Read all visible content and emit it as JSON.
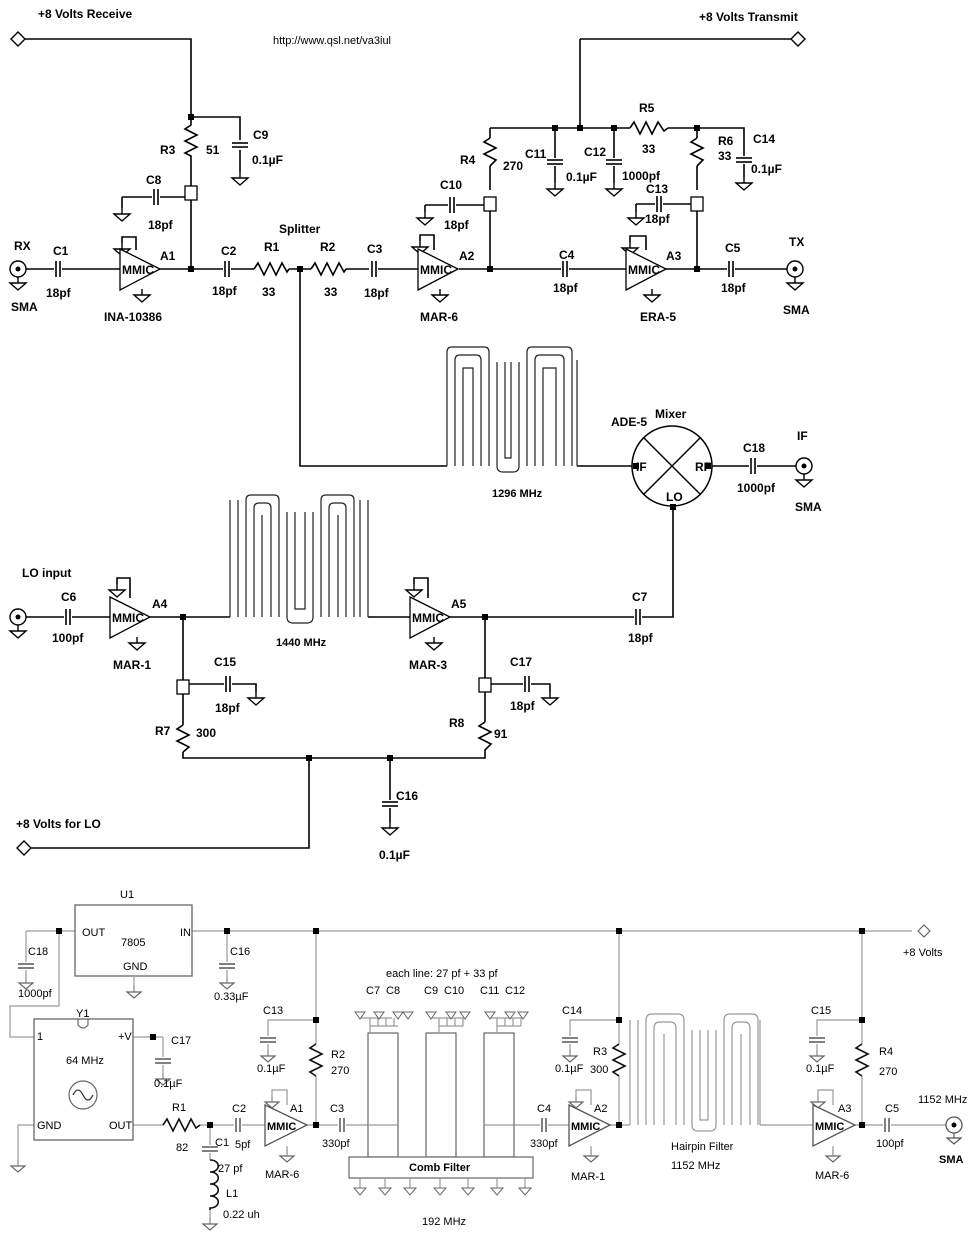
{
  "top": {
    "url": "http://www.qsl.net/va3iul",
    "rx_supply": "+8 Volts Receive",
    "tx_supply": "+8 Volts Transmit",
    "lo_supply": "+8 Volts for LO",
    "rx_label": "RX",
    "tx_label": "TX",
    "if_label": "IF",
    "lo_input_label": "LO input",
    "sma": "SMA",
    "mmic": "MMIC",
    "splitter": "Splitter",
    "mixer": "Mixer",
    "mixer_part": "ADE-5",
    "port_if": "IF",
    "port_rf": "RF",
    "port_lo": "LO",
    "filter1_freq": "1296 MHz",
    "filter2_freq": "1440 MHz",
    "amps": [
      {
        "ref": "A1",
        "part": "INA-10386"
      },
      {
        "ref": "A2",
        "part": "MAR-6"
      },
      {
        "ref": "A3",
        "part": "ERA-5"
      },
      {
        "ref": "A4",
        "part": "MAR-1"
      },
      {
        "ref": "A5",
        "part": "MAR-3"
      }
    ],
    "caps": [
      {
        "ref": "C1",
        "value": "18pf"
      },
      {
        "ref": "C2",
        "value": "18pf"
      },
      {
        "ref": "C3",
        "value": "18pf"
      },
      {
        "ref": "C4",
        "value": "18pf"
      },
      {
        "ref": "C5",
        "value": "18pf"
      },
      {
        "ref": "C6",
        "value": "100pf"
      },
      {
        "ref": "C7",
        "value": "18pf"
      },
      {
        "ref": "C8",
        "value": "18pf"
      },
      {
        "ref": "C9",
        "value": "0.1µF"
      },
      {
        "ref": "C10",
        "value": "18pf"
      },
      {
        "ref": "C11",
        "value": "0.1µF"
      },
      {
        "ref": "C12",
        "value": "1000pf"
      },
      {
        "ref": "C13",
        "value": "18pf"
      },
      {
        "ref": "C14",
        "value": "0.1µF"
      },
      {
        "ref": "C15",
        "value": "18pf"
      },
      {
        "ref": "C16",
        "value": "0.1µF"
      },
      {
        "ref": "C17",
        "value": "18pf"
      },
      {
        "ref": "C18",
        "value": "1000pf"
      }
    ],
    "resistors": [
      {
        "ref": "R1",
        "value": "33"
      },
      {
        "ref": "R2",
        "value": "33"
      },
      {
        "ref": "R3",
        "value": "51"
      },
      {
        "ref": "R4",
        "value": "270"
      },
      {
        "ref": "R5",
        "value": "33"
      },
      {
        "ref": "R6",
        "value": "33"
      },
      {
        "ref": "R7",
        "value": "300"
      },
      {
        "ref": "R8",
        "value": "91"
      }
    ]
  },
  "bottom": {
    "reg_ref": "U1",
    "reg_part": "7805",
    "reg_out": "OUT",
    "reg_in": "IN",
    "reg_gnd": "GND",
    "supply": "+8 Volts",
    "osc_ref": "Y1",
    "osc_freq": "64 MHz",
    "osc_pin1": "1",
    "osc_vplus": "+V",
    "osc_gnd": "GND",
    "osc_out": "OUT",
    "mmic": "MMIC",
    "sma": "SMA",
    "out_freq": "1152 MHz",
    "comb_note": "each line: 27 pf + 33 pf",
    "comb_name": "Comb Filter",
    "comb_freq": "192 MHz",
    "hairpin_name": "Hairpin Filter",
    "hairpin_freq": "1152 MHz",
    "amps": [
      {
        "ref": "A1",
        "part": "MAR-6"
      },
      {
        "ref": "A2",
        "part": "MAR-1"
      },
      {
        "ref": "A3",
        "part": "MAR-6"
      }
    ],
    "caps": [
      {
        "ref": "C1",
        "value": "27 pf"
      },
      {
        "ref": "C2",
        "value": "5pf"
      },
      {
        "ref": "C3",
        "value": "330pf"
      },
      {
        "ref": "C4",
        "value": "330pf"
      },
      {
        "ref": "C5",
        "value": "100pf"
      },
      {
        "ref": "C13",
        "value": "0.1µF"
      },
      {
        "ref": "C14",
        "value": "0.1µF"
      },
      {
        "ref": "C15",
        "value": "0.1µF"
      },
      {
        "ref": "C16",
        "value": "0.33µF"
      },
      {
        "ref": "C17",
        "value": "0.1µF"
      },
      {
        "ref": "C18",
        "value": "1000pf"
      }
    ],
    "comb_caps": [
      "C7",
      "C8",
      "C9",
      "C10",
      "C11",
      "C12"
    ],
    "resistors": [
      {
        "ref": "R1",
        "value": "82"
      },
      {
        "ref": "R2",
        "value": "270"
      },
      {
        "ref": "R3",
        "value": "300"
      },
      {
        "ref": "R4",
        "value": "270"
      }
    ],
    "inductor": {
      "ref": "L1",
      "value": "0.22 uh"
    }
  }
}
